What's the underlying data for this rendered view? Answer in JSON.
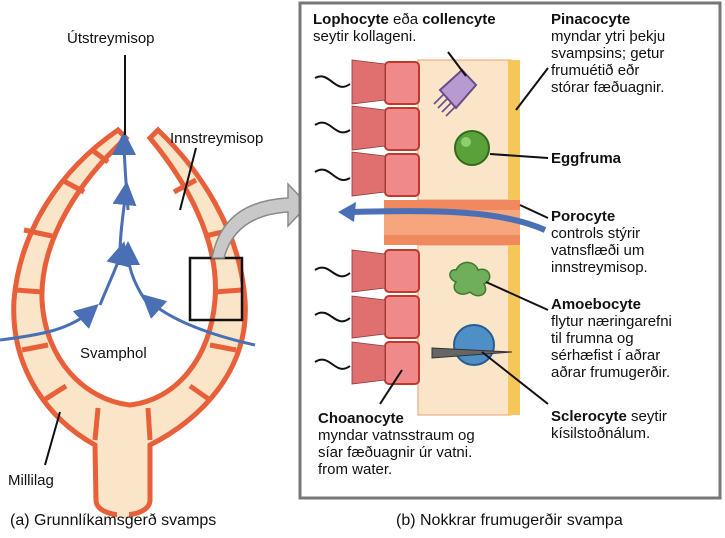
{
  "colors": {
    "orange": "#e8603a",
    "cell_fill": "#fbe5c8",
    "panel_border": "#777777",
    "arrow_blue": "#4a6fb5",
    "egg_green": "#5aa13a",
    "sclerocyte_blue": "#4f8fc8",
    "lophocyte_purple": "#8a6aa8",
    "pinacocyte_yellow": "#f5c75a"
  },
  "part_a": {
    "caption": "(a) Grunnlíkamsgerð svamps",
    "labels": {
      "osculum": "Útstreymisop",
      "ostia": "Innstreymisop",
      "spongocoel": "Svamphol",
      "mesohyl": "Millilag"
    }
  },
  "part_b": {
    "caption": "(b) Nokkrar frumugerðir svampa",
    "lophocyte": {
      "name1": "Lophocyte",
      "sep": " eða ",
      "name2": "collencyte",
      "desc": [
        "seytir kollageni."
      ]
    },
    "pinacocyte": {
      "name": "Pinacocyte",
      "desc": [
        "myndar ytri þekju",
        "svampsins; getur",
        "frumuétið eðr",
        "stórar fæðuagnir."
      ]
    },
    "egg": {
      "name": "Eggfruma"
    },
    "porocyte": {
      "name": "Porocyte",
      "desc": [
        "controls stýrir",
        "vatnsflæði um",
        "innstreymisop."
      ]
    },
    "amoebocyte": {
      "name": "Amoebocyte",
      "desc": [
        "flytur næringarefni",
        "til frumna og",
        "sérhæfist í aðrar",
        "aðrar frumugerðir."
      ]
    },
    "sclerocyte": {
      "name": "Sclerocyte",
      "suffix": " seytir",
      "desc": [
        "kísilstoðnálum."
      ]
    },
    "choanocyte": {
      "name": "Choanocyte",
      "desc": [
        "myndar vatnsstraum og",
        "síar fæðuagnir úr vatni.",
        "from water."
      ]
    }
  }
}
